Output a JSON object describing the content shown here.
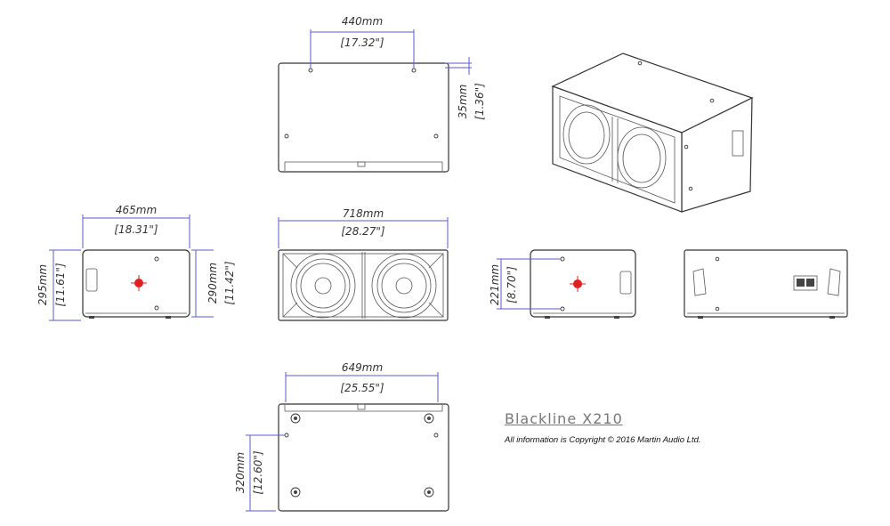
{
  "title": "Blackline  X210",
  "copyright": "All information is Copyright © 2016 Martin Audio Ltd.",
  "dimensions": {
    "top_width_mm": "440mm",
    "top_width_in": "[17.32\"]",
    "top_depth_mm": "35mm",
    "top_depth_in": "[1.36\"]",
    "side_width_mm": "465mm",
    "side_width_in": "[18.31\"]",
    "side_height_outer_mm": "295mm",
    "side_height_outer_in": "[11.61\"]",
    "side_height_inner_mm": "290mm",
    "side_height_inner_in": "[11.42\"]",
    "front_width_mm": "718mm",
    "front_width_in": "[28.27\"]",
    "side2_height_mm": "221mm",
    "side2_height_in": "[8.70\"]",
    "bottom_width_mm": "649mm",
    "bottom_width_in": "[25.55\"]",
    "bottom_depth_mm": "320mm",
    "bottom_depth_in": "[12.60\"]"
  },
  "colors": {
    "dimension_line": "#5a5ad6",
    "marker": "#e02020"
  }
}
